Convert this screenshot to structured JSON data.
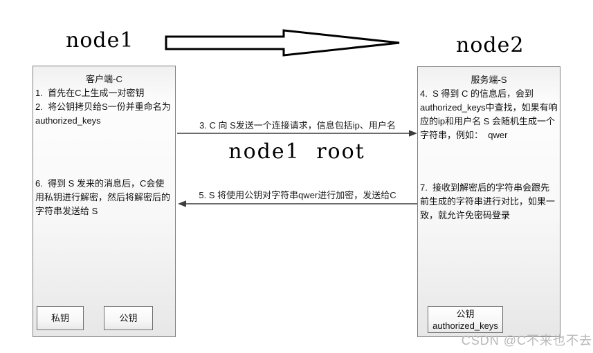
{
  "diagram": {
    "node1": "node1",
    "node2": "node2",
    "center_label": "node1 root",
    "arrow3_label": "3. C 向  S发送一个连接请求，信息包括ip、用户名",
    "arrow5_label": "5. S 将使用公钥对字符串qwer进行加密，发送给C"
  },
  "client_box": {
    "title": "客户端-C",
    "step1": "1.  首先在C上生成一对密钥",
    "step2": "2.  将公钥拷贝给S一份并重命名为authorized_keys",
    "step6": "6.  得到 S 发来的消息后，C会使用私钥进行解密，然后将解密后的字符串发送给 S",
    "private_key_label": "私钥",
    "public_key_label": "公钥"
  },
  "server_box": {
    "title": "服务端-S",
    "step4": "4.  S 得到 C 的信息后，会到authorized_keys中查找，如果有响应的ip和用户名 S 会随机生成一个字符串，例如：  qwer",
    "step7": "7.  接收到解密后的字符串会跟先前生成的字符串进行对比，如果一致，就允许免密码登录",
    "key_box_line1": "公钥",
    "key_box_line2": "authorized_keys"
  },
  "watermark": "CSDN @C不来也不去",
  "colors": {
    "box_border": "#7f7f7f",
    "flow_line": "#3c3c3c",
    "block_arrow_stroke": "#000000",
    "watermark_text": "#b8b8b8"
  }
}
